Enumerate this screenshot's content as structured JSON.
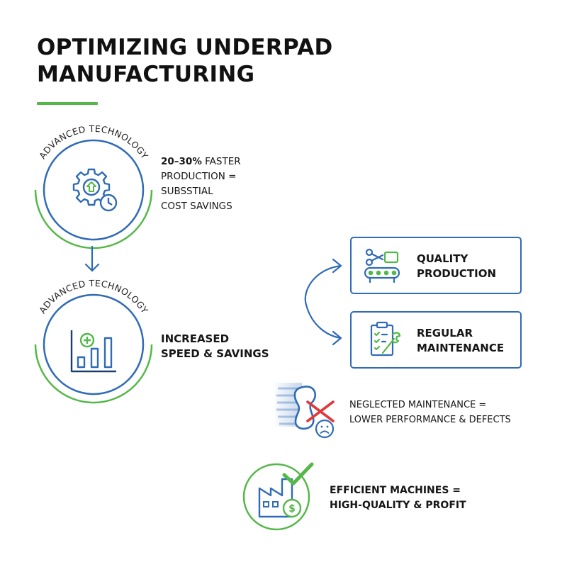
{
  "title": {
    "line1": "OPTIMIZING UNDERPAD",
    "line2": "MANUFACTURING"
  },
  "colors": {
    "blue": "#2f6bb6",
    "green": "#54b848",
    "red": "#e0393b",
    "text": "#161616"
  },
  "tech_step_1": {
    "ring_label": "ADVANCED TECHNOLOGY",
    "icon": "gear-upload-clock-icon",
    "text_line1_bold": "20–30%",
    "text_line1_rest": " FASTER",
    "text_line2": "PRODUCTION =",
    "text_line3": "SUBSSTIAL",
    "text_line4": "COST SAVINGS"
  },
  "tech_step_2": {
    "ring_label": "ADVANCED TECHNOLOGY",
    "icon": "bar-chart-plus-icon",
    "text_line1": "INCREASED",
    "text_line2": "SPEED & SAVINGS"
  },
  "cards": {
    "quality": {
      "icon": "conveyor-cutting-icon",
      "line1": "QUALITY",
      "line2": "PRODUCTION"
    },
    "maintenance": {
      "icon": "clipboard-wrench-icon",
      "line1": "REGULAR",
      "line2": "MAINTENANCE"
    }
  },
  "neglected": {
    "icon": "broken-roll-sad-icon",
    "line1": "NEGLECTED MAINTENANCE =",
    "line2": "LOWER PERFORMANCE & DEFECTS"
  },
  "efficient": {
    "icon": "factory-dollar-check-icon",
    "line1": "EFFICIENT MACHINES =",
    "line2": "HIGH-QUALITY & PROFIT"
  }
}
